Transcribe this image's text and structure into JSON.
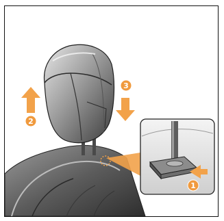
{
  "figure": {
    "callouts": [
      {
        "id": "1",
        "label": "1"
      },
      {
        "id": "2",
        "label": "2"
      },
      {
        "id": "3",
        "label": "3"
      }
    ],
    "colors": {
      "arrow": "#f2a24a",
      "callout_bg": "#f09a3e",
      "seat_dark": "#4a4a4a",
      "seat_mid": "#8a8a8a",
      "seat_light": "#d4d4d4",
      "inset_bg": "#eeeeee"
    }
  }
}
